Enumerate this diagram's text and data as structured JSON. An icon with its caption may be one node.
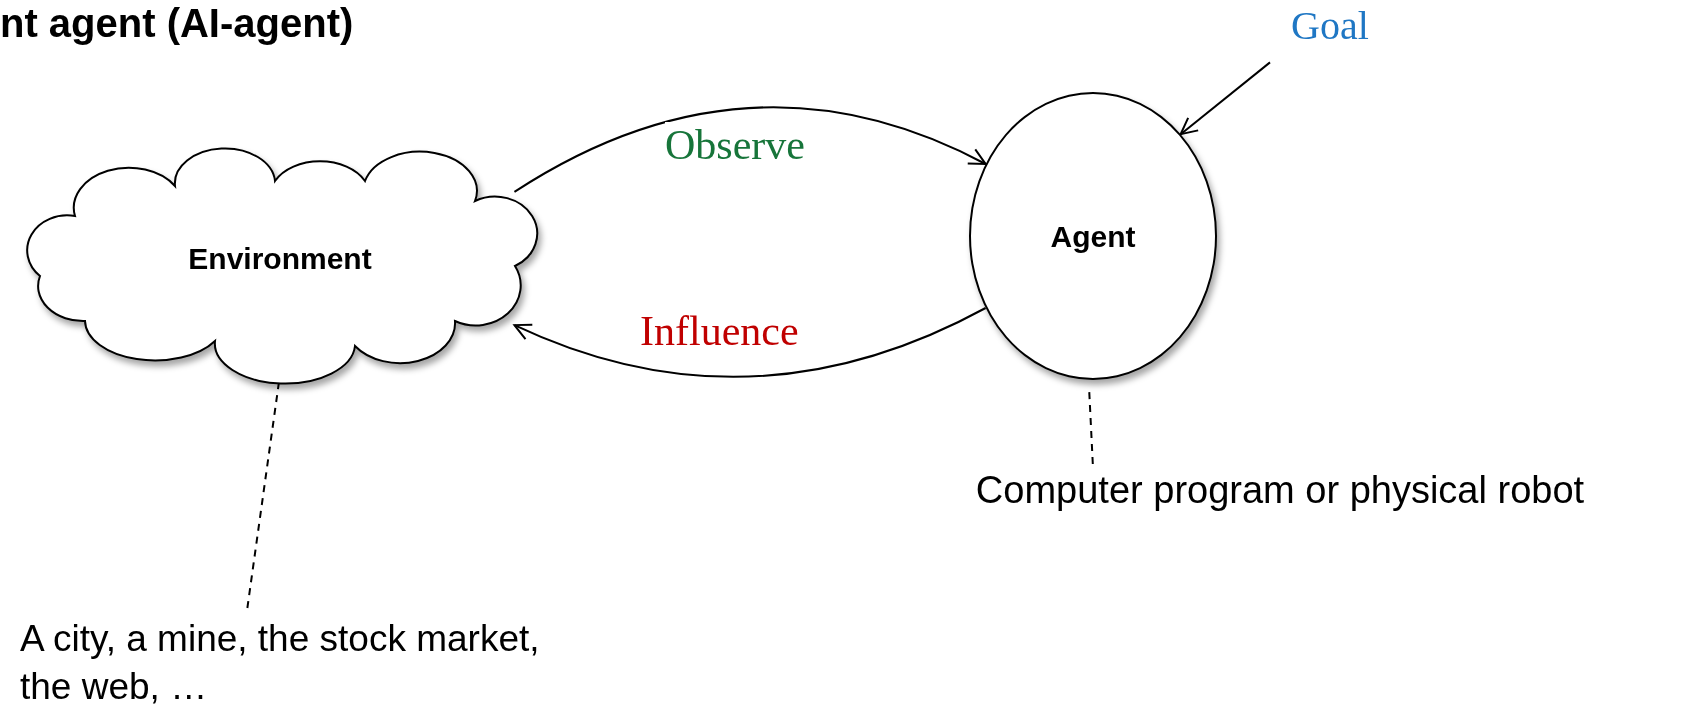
{
  "diagram": {
    "title": "nt agent (AI-agent)",
    "nodes": [
      {
        "text": [
          "Environment"
        ]
      },
      {
        "text": [
          "Agent"
        ]
      },
      {
        "text": [
          "Goal"
        ]
      },
      {
        "text": [
          "A city, a mine, the stock market, the web, …"
        ]
      },
      {
        "text": [
          "Computer program or physical robot"
        ]
      }
    ],
    "edges": [
      {
        "from": 0,
        "to": 1,
        "arrow": "to",
        "label": "Observe"
      },
      {
        "from": 1,
        "to": 0,
        "arrow": "to",
        "label": "Influence"
      },
      {
        "from": 2,
        "to": 1,
        "arrow": "to"
      },
      {
        "from": 3,
        "to": 0,
        "arrow": "none",
        "style": "dashed"
      },
      {
        "from": 4,
        "to": 1,
        "arrow": "none",
        "style": "dashed"
      }
    ]
  }
}
